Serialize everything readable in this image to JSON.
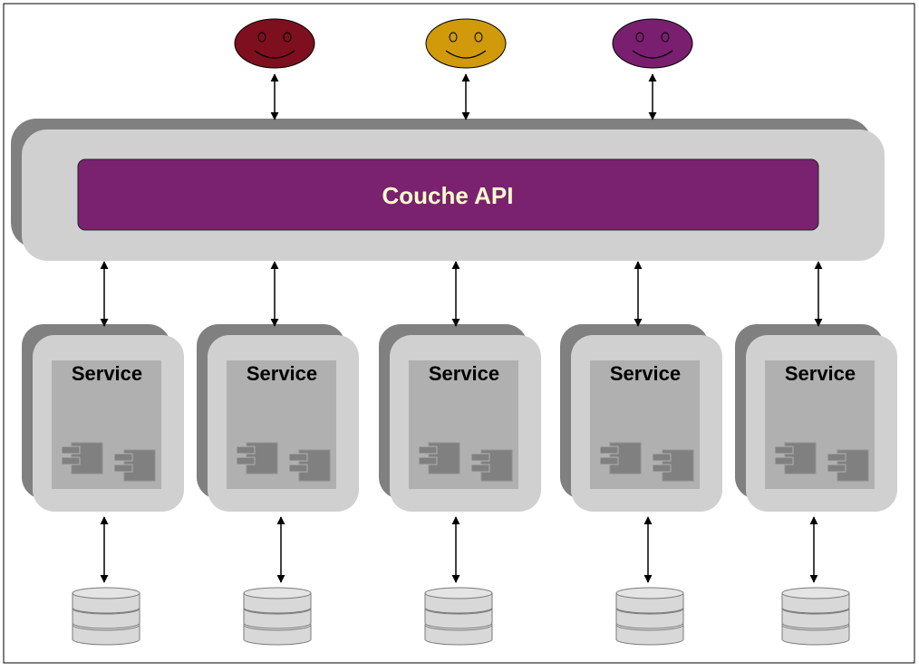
{
  "api_layer": {
    "label": "Couche API",
    "fill": "#7a2270",
    "text_color": "#ffffcc"
  },
  "users": [
    {
      "name": "user-dark-red",
      "fill": "#7e0f1e"
    },
    {
      "name": "user-gold",
      "fill": "#d09a0a"
    },
    {
      "name": "user-purple",
      "fill": "#7a1f70"
    }
  ],
  "services": [
    {
      "label": "Service"
    },
    {
      "label": "Service"
    },
    {
      "label": "Service"
    },
    {
      "label": "Service"
    },
    {
      "label": "Service"
    }
  ],
  "databases_count": 5,
  "colors": {
    "panel_light": "#d0d0d0",
    "panel_dark": "#808080",
    "service_inner": "#b0b0b0",
    "component": "#808080",
    "db_fill": "#d8d8d8",
    "arrow": "#000000"
  }
}
